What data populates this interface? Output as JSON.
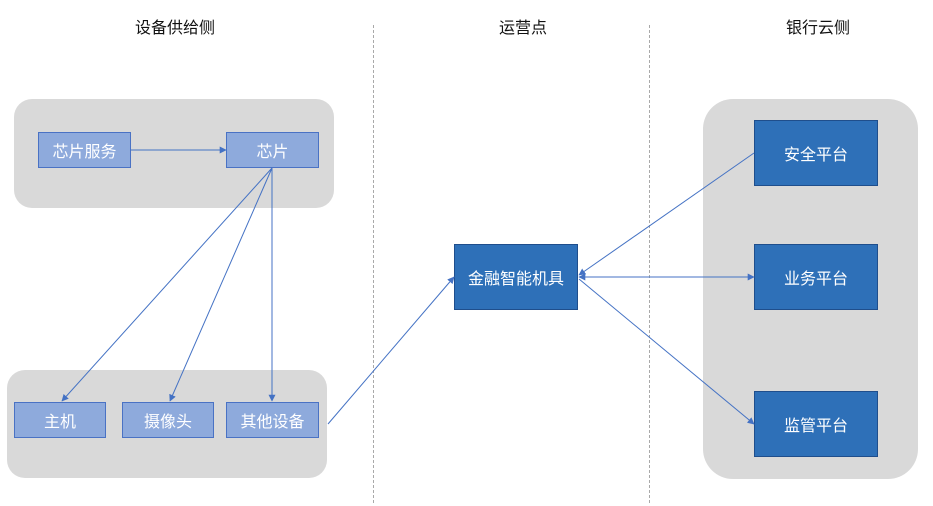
{
  "columns": {
    "supply": "设备供给侧",
    "ops": "运营点",
    "bank": "银行云侧"
  },
  "nodes": {
    "chip_service": "芯片服务",
    "chip": "芯片",
    "host": "主机",
    "camera": "摄像头",
    "other_device": "其他设备",
    "fin_machine": "金融智能机具",
    "security_platform": "安全平台",
    "business_platform": "业务平台",
    "monitor_platform": "监管平台"
  },
  "colors": {
    "panel": "#d9d9d9",
    "light_node": "#8eaadc",
    "dark_node": "#2e70b8",
    "arrow": "#4472c4"
  }
}
